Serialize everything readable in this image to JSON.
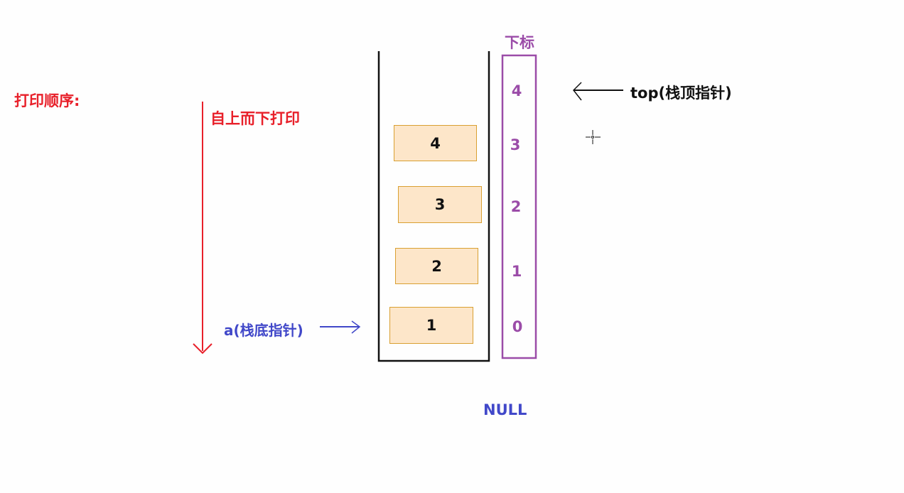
{
  "labels": {
    "print_order": "打印顺序:",
    "top_to_bottom": "自上而下打印",
    "index_header": "下标",
    "top_pointer": "top(栈顶指针)",
    "base_pointer": "a(栈底指针)",
    "null_text": "NULL"
  },
  "stack_elements": [
    "4",
    "3",
    "2",
    "1"
  ],
  "indices": [
    "4",
    "3",
    "2",
    "1",
    "0"
  ],
  "colors": {
    "red": "#e8202a",
    "purple": "#9b4ca8",
    "blue": "#4148c9",
    "box_fill": "#fde6c9",
    "box_border": "#d9a032"
  }
}
